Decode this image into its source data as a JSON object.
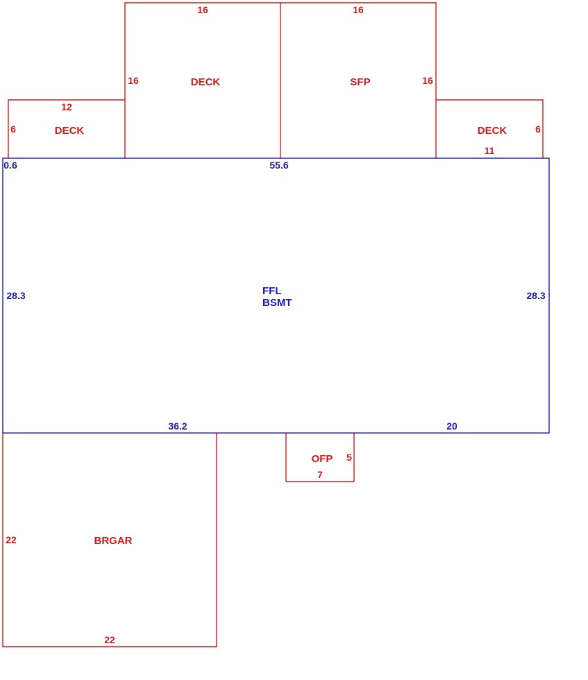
{
  "colors": {
    "attached_structure": "#d21919",
    "main_living_area": "#1a1ab4"
  },
  "areas": {
    "deck_left": {
      "label": "DECK",
      "dims": {
        "top": "12",
        "left": "6"
      }
    },
    "deck_center": {
      "label": "DECK",
      "dims": {
        "top": "16",
        "left": "16"
      }
    },
    "sfp": {
      "label": "SFP",
      "dims": {
        "top": "16",
        "right": "16"
      }
    },
    "deck_right": {
      "label": "DECK",
      "dims": {
        "bottom": "11",
        "right": "6"
      }
    },
    "main": {
      "label_line1": "FFL",
      "label_line2": "BSMT",
      "dims": {
        "top_left_fragment": "0.6",
        "top": "55.6",
        "left": "28.3",
        "right": "28.3",
        "bottom_left": "36.2",
        "bottom_right": "20"
      }
    },
    "ofp": {
      "label": "OFP",
      "dims": {
        "right": "5",
        "bottom": "7"
      }
    },
    "garage": {
      "label": "BRGAR",
      "dims": {
        "left": "22",
        "bottom": "22"
      }
    }
  }
}
